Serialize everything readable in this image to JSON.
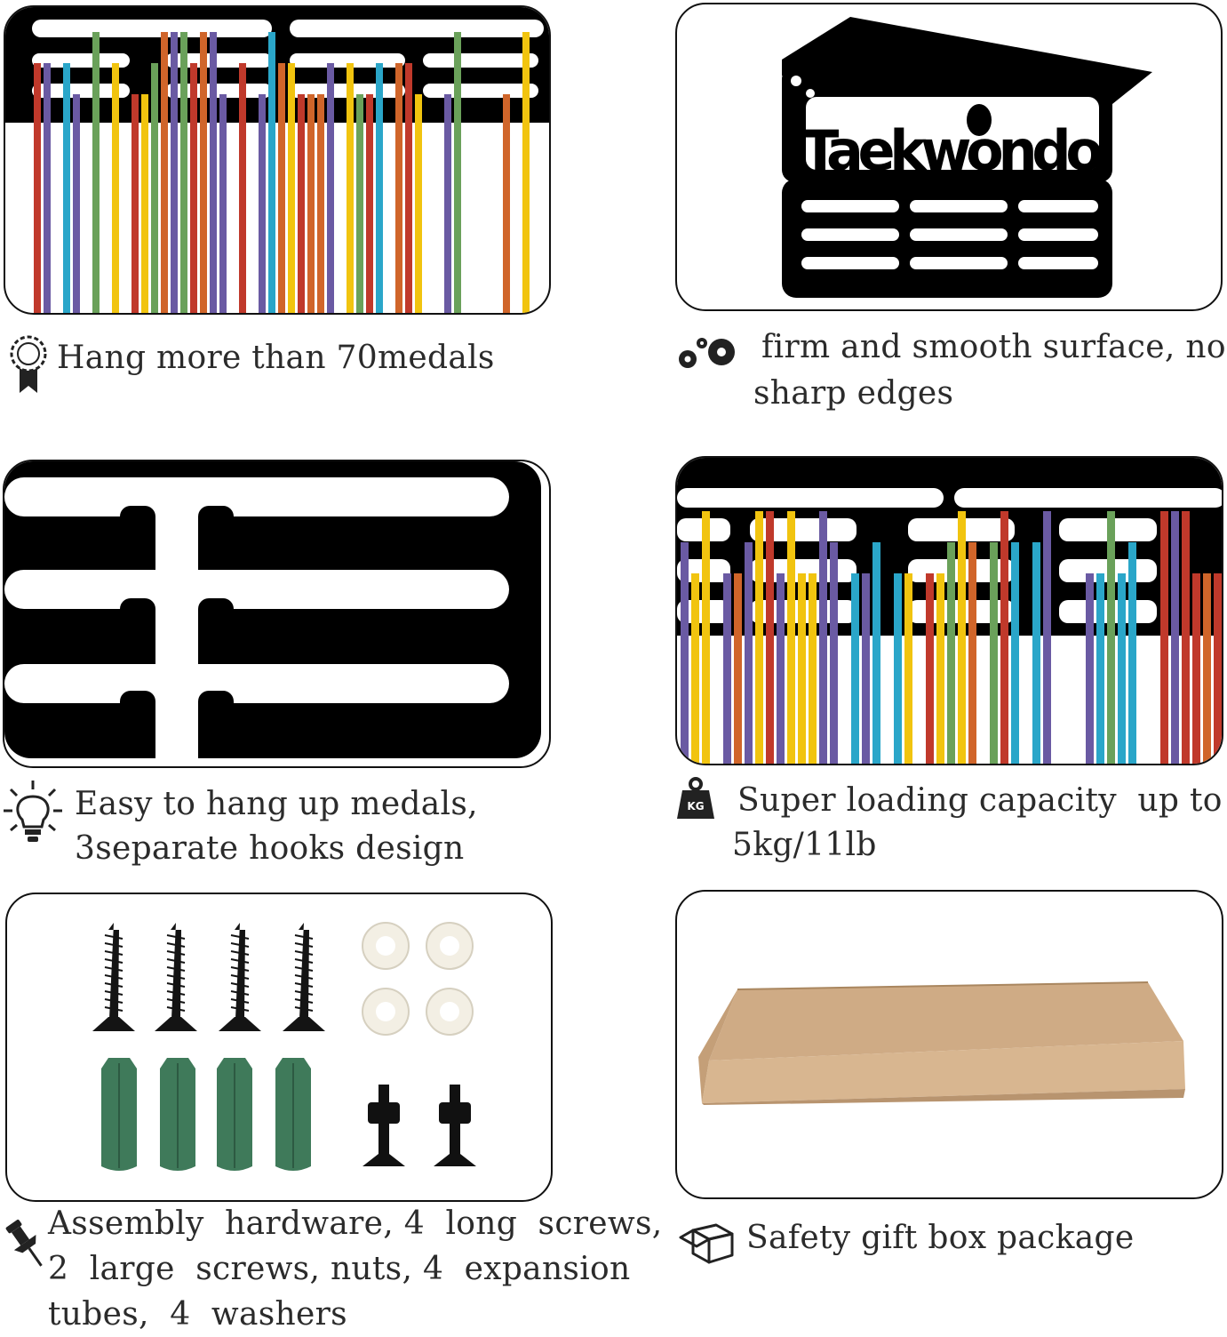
{
  "features": [
    {
      "id": "medals",
      "caption": "Hang more than 70medals",
      "icon": "award-ribbon-icon"
    },
    {
      "id": "surface",
      "caption_line1": "firm and smooth surface, no",
      "caption_line2": "sharp edges",
      "icon": "gears-icon"
    },
    {
      "id": "hooks",
      "caption_line1": "Easy to hang up medals,",
      "caption_line2": "3separate hooks design",
      "icon": "lightbulb-icon"
    },
    {
      "id": "capacity",
      "caption_line1": "Super loading capacity  up to",
      "caption_line2": "5kg/11lb",
      "icon": "weight-kg-icon",
      "icon_text": "KG"
    },
    {
      "id": "hardware",
      "caption_line1": "Assembly  hardware, 4  long  screws,",
      "caption_line2": "2  large  screws, nuts, 4  expansion",
      "caption_line3": "tubes,  4  washers",
      "icon": "pushpin-icon"
    },
    {
      "id": "giftbox",
      "caption": "Safety gift box package",
      "icon": "box-icon"
    }
  ],
  "product": {
    "sign_text": "Taekwondo"
  },
  "colors": {
    "ribbon_palette": [
      "#c0392b",
      "#f1c40f",
      "#2aa6c9",
      "#6a5aa3",
      "#6aa15a",
      "#d0652a"
    ],
    "metal": "#000000",
    "cardboard": "#d4b08c",
    "anchor": "#3f7a5a"
  }
}
